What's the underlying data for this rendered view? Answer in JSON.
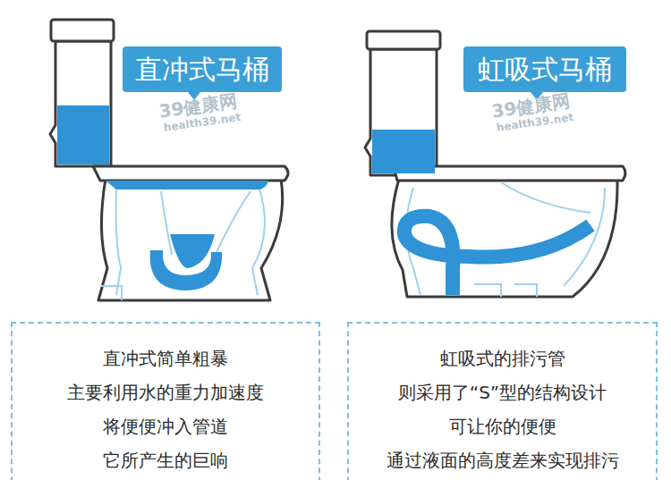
{
  "diagram": {
    "nodes": [
      {
        "text": [
          "直冲式马桶"
        ]
      },
      {
        "text": [
          "虹吸式马桶"
        ]
      },
      {
        "text": [
          "直冲式简单粗暴 主要利用水的重力加速度 将便便冲入管道 它所产生的巨响"
        ]
      },
      {
        "text": [
          "虹吸式的排污管 则采用了“S”型的结构设计 可让你的便便 通过液面的高度差来实现排污"
        ]
      }
    ],
    "labels": [
      "39健康网",
      "health39.net",
      "39健康网",
      "health39.net"
    ]
  }
}
